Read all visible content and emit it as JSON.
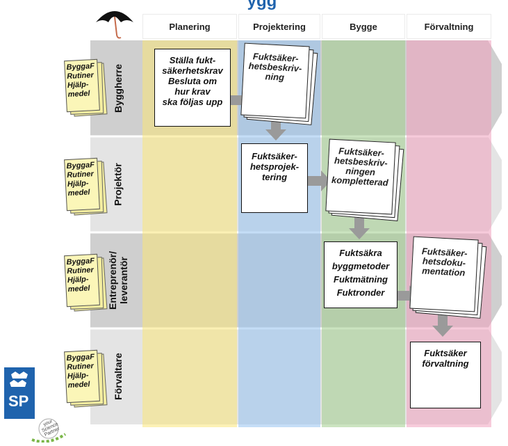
{
  "title": "ygg",
  "columns": [
    {
      "label": "Planering",
      "color": "#f7efb3",
      "header_color": "#f3e58e"
    },
    {
      "label": "Projektering",
      "color": "#c9dff0",
      "header_color": "#b9d7f5"
    },
    {
      "label": "Bygge",
      "color": "#cfe3c5",
      "header_color": "#bfdcb1"
    },
    {
      "label": "Förvaltning",
      "color": "#f3cfdb",
      "header_color": "#f3c7d6"
    }
  ],
  "rows": [
    {
      "label": "Byggherre"
    },
    {
      "label": "Projektör"
    },
    {
      "label": "Entreprenör/\nleverantör"
    },
    {
      "label": "Förvaltare"
    }
  ],
  "notes": {
    "line1": "ByggaF",
    "line2": "Rutiner",
    "line3": "Hjälp-",
    "line4": "medel"
  },
  "boxes": {
    "b1": "Ställa fukt-\nsäkerhetskrav\nBesluta om\nhur krav\nska följas upp",
    "b2": "Fuktsäker-\nhetsprojek-\ntering",
    "b3": "Fuktsäkra\nbyggmetoder\nFuktmätning\nFuktronder",
    "b4": "Fuktsäker\nförvaltning"
  },
  "docs": {
    "d1": "Fuktsäker-\nhetsbeskriv-\nning",
    "d2": "Fuktsäker-\nhetsbeskriv-\nningen\nkompletterad",
    "d3": "Fuktsäker-\nhetsdoku-\nmentation"
  },
  "logo": {
    "text": "SP",
    "tagline": "your Science Partner",
    "crown_color": "#ffffff",
    "bg": "#1f63ad"
  },
  "colors": {
    "arrow": "#9a9a9a",
    "row_band_dark": "#d8d8d8",
    "row_band_light": "#ececec"
  }
}
